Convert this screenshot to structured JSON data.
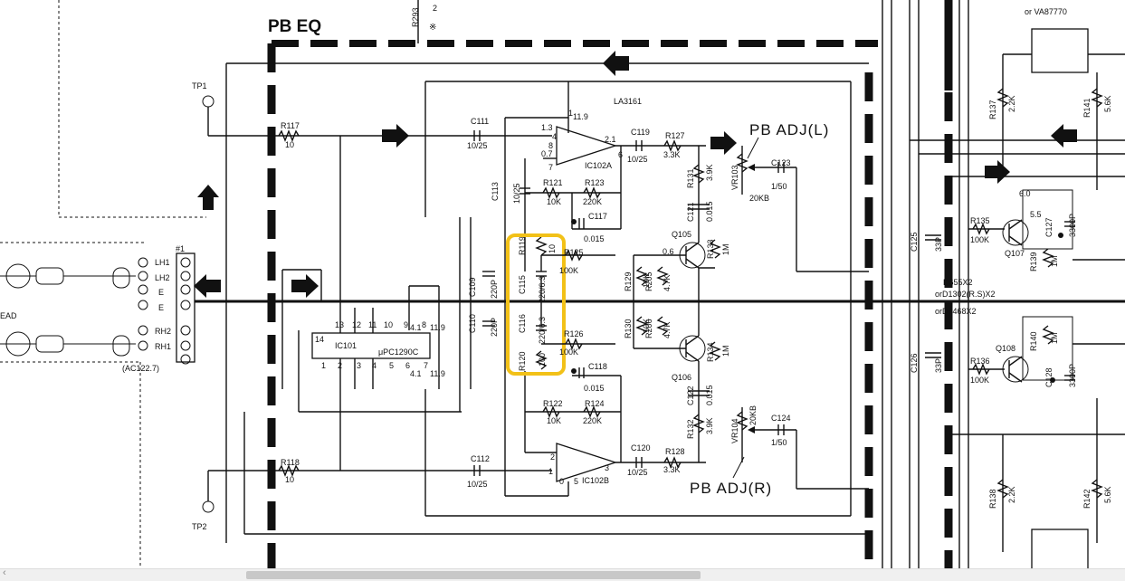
{
  "header": {
    "section_title": "PB EQ"
  },
  "top": {
    "r293_ref": "R293",
    "r293_val": "2",
    "r293_mark": "※"
  },
  "ic": {
    "ic102_name": "LA3161",
    "ic102a": "IC102A",
    "ic102b": "IC102B",
    "ic101": "IC101",
    "ic101_part": "μPC1290C"
  },
  "pins": {
    "a_in_p": "4",
    "a_in_n": "6",
    "a_out": "2.1",
    "a_pin7": "7",
    "a_v1": "1.3",
    "a_v2": "0.7",
    "a_pin8": "8",
    "a_pin11": "11.9",
    "a_pin1": "1",
    "b_pin2": "2",
    "b_pin1": "1",
    "b_pin0": "0",
    "b_pin5": "5",
    "b_pin3": "3",
    "ic101_top": [
      "14",
      "13",
      "12",
      "11",
      "10",
      "9",
      "8"
    ],
    "ic101_bot": [
      "1",
      "2",
      "3",
      "4",
      "5",
      "6",
      "7"
    ],
    "ic101_v_top": "4.1",
    "ic101_v_top2": "11.9",
    "ic101_v_bot": "4.1",
    "ic101_v_bot2": "11.9",
    "q107_v": "5.5",
    "q107_v2": "6.0",
    "q105_v": "0.6"
  },
  "comp": {
    "r117": "R117",
    "r117v": "10",
    "r118": "R118",
    "r118v": "10",
    "c111": "C111",
    "c111v": "10/25",
    "c112": "C112",
    "c112v": "10/25",
    "c113": "C113",
    "c113v": "10/25",
    "c109": "C109",
    "c109v": "220P",
    "c110": "C110",
    "c110v": "220P",
    "r119": "R119",
    "r119v": "10",
    "c115": "C115",
    "c115v": "220/6.3",
    "c116": "C116",
    "c116v": "220/6.3",
    "r120": "R120",
    "r120v": "100",
    "r121": "R121",
    "r121v": "10K",
    "r123": "R123",
    "r123v": "220K",
    "c117": "C117",
    "c117v": "0.015",
    "r125": "R125",
    "r125v": "100K",
    "r126": "R126",
    "r126v": "100K",
    "c118": "C118",
    "c118v": "0.015",
    "r122": "R122",
    "r122v": "10K",
    "r124": "R124",
    "r124v": "220K",
    "c119": "C119",
    "c119v": "10/25",
    "r127": "R127",
    "r127v": "3.3K",
    "c120": "C120",
    "c120v": "10/25",
    "r128": "R128",
    "r128v": "3.3K",
    "r131": "R131",
    "r131v": "3.9K",
    "c121": "C121",
    "c121v": "0.015",
    "q105": "Q105",
    "q106": "Q106",
    "r133": "R133",
    "r133v": "1M",
    "r134": "R134",
    "r134v": "1M",
    "r129": "R129",
    "r129v": "10K",
    "r205": "R205",
    "r205v": "4.7K",
    "r130": "R130",
    "r130v": "10K",
    "r206": "R206",
    "r206v": "4.7K",
    "c122": "C122",
    "c122v": "0.015",
    "r132": "R132",
    "r132v": "3.9K",
    "vr103": "VR103",
    "vr103v": "20KB",
    "vr104": "VR104",
    "vr104v": "20KB",
    "c123": "C123",
    "c123v": "1/50",
    "c124": "C124",
    "c124v": "1/50",
    "c125": "C125",
    "c125v": "33P",
    "c126": "C126",
    "c126v": "33P",
    "r135": "R135",
    "r135v": "100K",
    "r136": "R136",
    "r136v": "100K",
    "q107": "Q107",
    "q108": "Q108",
    "r139": "R139",
    "r139v": "1M",
    "r140": "R140",
    "r140v": "1M",
    "c127": "C127",
    "c127v": "3300P",
    "c128": "C128",
    "c128v": "3300P",
    "r137": "R137",
    "r137v": "2.2K",
    "r141": "R141",
    "r141v": "5.6K",
    "r138": "R138",
    "r138v": "2.2K",
    "r142": "R142",
    "r142v": "5.6K"
  },
  "labels": {
    "pb_adj_l": "PB ADJ(L)",
    "pb_adj_r": "PB ADJ(R)",
    "tp1": "TP1",
    "tp2": "TP2",
    "or_part": "or VA87770",
    "d655": "D655X2",
    "d1302": "orD1302(R.S)X2",
    "d1468": "orD1468X2",
    "head": "EAD",
    "conn_pins": [
      "LH1",
      "LH2",
      "E",
      "E",
      "RH2",
      "RH1"
    ],
    "conn_ref": "#1",
    "ac": "(AC122.7)"
  },
  "highlight": {
    "color": "#f2c118"
  }
}
